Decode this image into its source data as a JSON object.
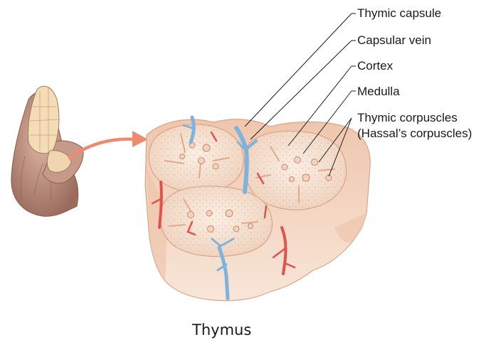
{
  "labels": {
    "thymic_capsule": "Thymic capsule",
    "capsular_vein": "Capsular vein",
    "cortex": "Cortex",
    "medulla": "Medulla",
    "thymic_corpuscles_line1": "Thymic corpuscles",
    "thymic_corpuscles_line2": "(Hassal’s corpuscles)"
  },
  "caption": "Thymus",
  "colors": {
    "leader_line": "#1a1a1a",
    "lobule_fill": "#f6e2d2",
    "lobule_edge": "#d9a586",
    "septum": "#e2a88b",
    "vein": "#7fb3dc",
    "artery": "#e2524a",
    "arrow": "#ee8a70",
    "gland": "#b98b78"
  }
}
